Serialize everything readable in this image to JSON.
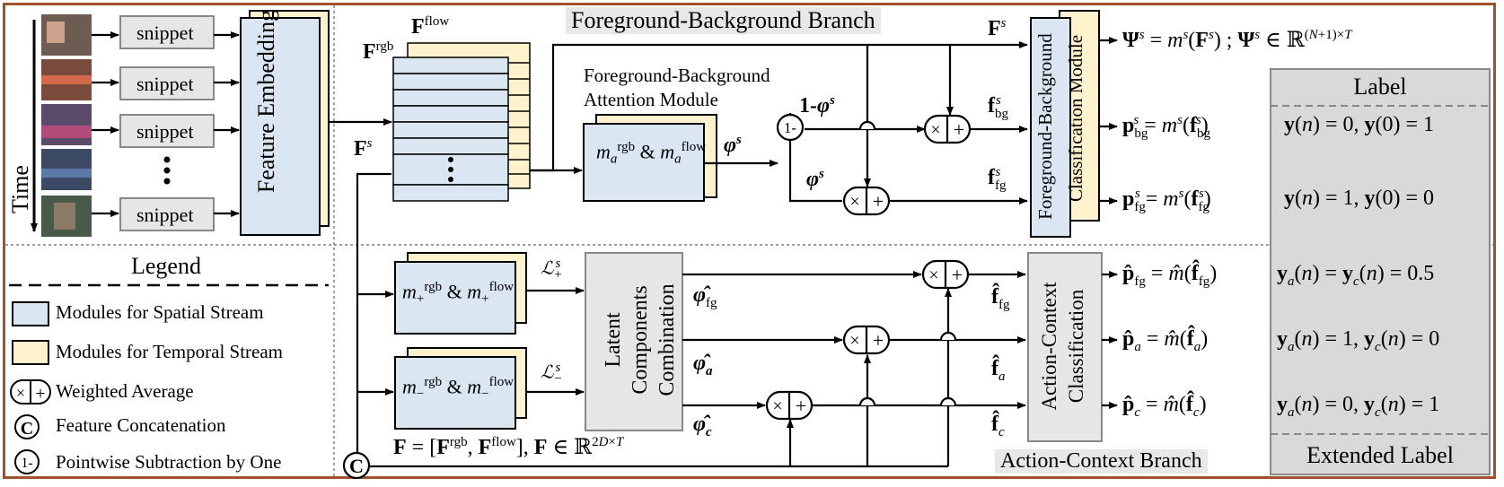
{
  "left": {
    "time_label": "Time",
    "snippet_label": "snippet",
    "feature_embedding": "Feature Embedding"
  },
  "legend": {
    "title": "Legend",
    "items": [
      "Modules for Spatial Stream",
      "Modules for Temporal Stream",
      "Weighted Average",
      "Feature Concatenation",
      "Pointwise Subtraction by One"
    ],
    "spatial_color": "#dae6f2",
    "temporal_color": "#fff2cc"
  },
  "fg_branch": {
    "title": "Foreground-Background Branch",
    "attention_title_1": "Foreground-Background",
    "attention_title_2": "Attention Module",
    "classification": "Foreground-Background",
    "classification_2": "Classification Module"
  },
  "ac_branch": {
    "title": "Action-Context Branch",
    "latent": [
      "Latent",
      "Components",
      "Combination"
    ],
    "classification": [
      "Action-Context",
      "Classification"
    ]
  },
  "labels": {
    "title": "Label",
    "extended": "Extended Label"
  },
  "colors": {
    "border": "#a0522d",
    "gray_box": "#e6e6e6",
    "label_panel": "#d9d9d9"
  }
}
